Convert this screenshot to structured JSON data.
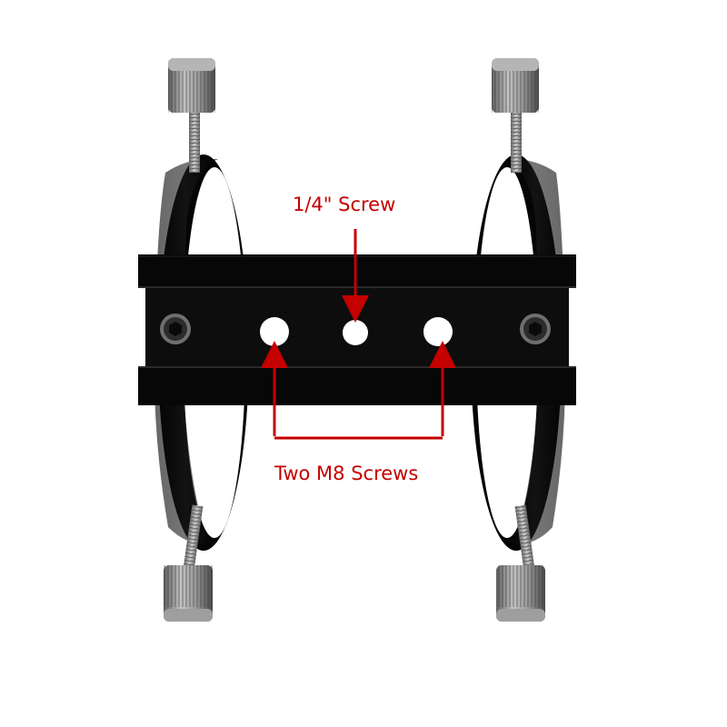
{
  "labels": {
    "quarter_inch_screw": "1/4\" Screw",
    "m8_screws": "Two M8 Screws"
  },
  "colors": {
    "annotation": "#c40000",
    "background": "#ffffff",
    "anodized_black": "#0b0b0b",
    "thumbscrew_grey": "#8a8a8a"
  },
  "product": {
    "rings": 2,
    "thumbscrews": 4,
    "plate_holes": 3,
    "hex_bolts": 2
  }
}
